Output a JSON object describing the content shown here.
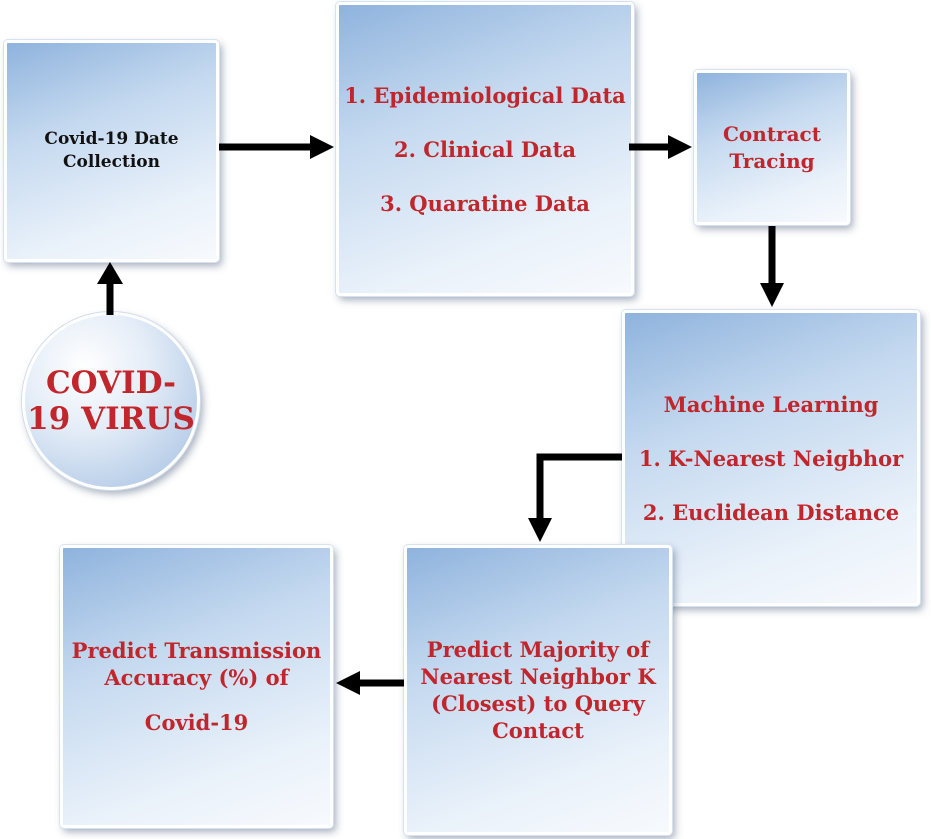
{
  "nodes": {
    "virus": {
      "lines": [
        "COVID-",
        "19 VIRUS"
      ]
    },
    "collection": {
      "lines": [
        "Covid-19 Date",
        "Collection"
      ]
    },
    "data_types": {
      "lines": [
        "1. Epidemiological Data",
        "2. Clinical Data",
        "3. Quaratine Data"
      ]
    },
    "contact_tracing": {
      "lines": [
        "Contract",
        "Tracing"
      ]
    },
    "machine_learning": {
      "lines": [
        "Machine Learning",
        "1. K-Nearest Neigbhor",
        "2. Euclidean Distance"
      ]
    },
    "predict_majority": {
      "lines": [
        "Predict Majority of",
        "Nearest Neighbor K",
        "(Closest) to Query",
        "Contact"
      ]
    },
    "predict_accuracy": {
      "lines": [
        "Predict Transmission",
        "Accuracy (%) of",
        "Covid-19"
      ]
    }
  },
  "colors": {
    "text_red": "#c0262b",
    "text_black": "#111111",
    "arrow": "#000000",
    "box_top": "#8fb3dd",
    "box_bottom": "#f7fafd"
  }
}
